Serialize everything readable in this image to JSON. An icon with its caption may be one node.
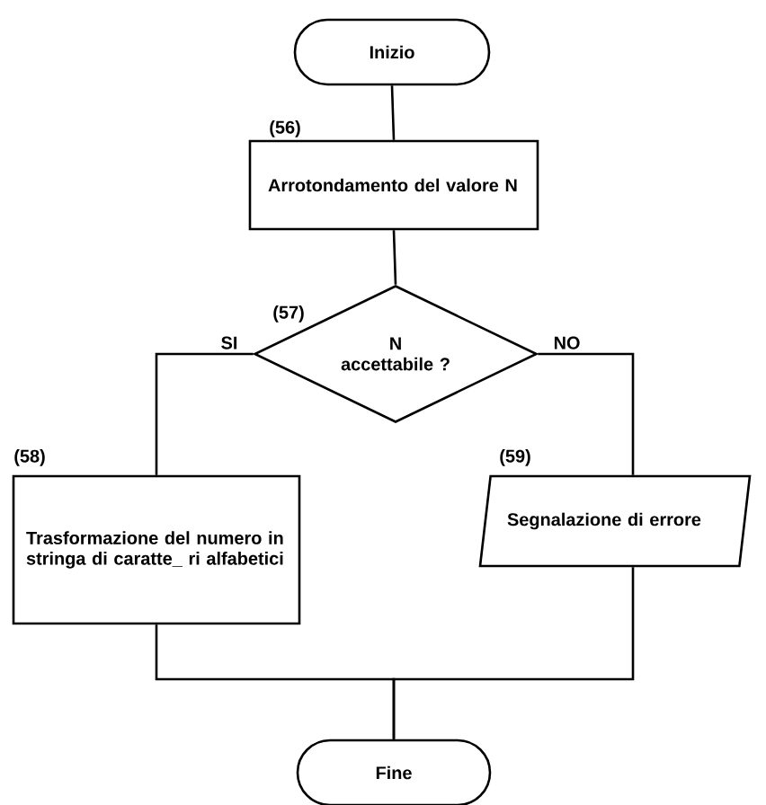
{
  "diagram": {
    "nodes": [
      {
        "text": [
          "Inizio"
        ]
      },
      {
        "text": [
          "Arrotondamento del valore N"
        ],
        "beside": [
          "(56)"
        ]
      },
      {
        "text": [
          "N accettabile ?"
        ],
        "beside": [
          "(57)"
        ]
      },
      {
        "text": [
          "Trasformazione del numero in stringa di caratte_ ri alfabetici"
        ],
        "beside": [
          "(58)"
        ]
      },
      {
        "text": [
          "Segnalazione di errore"
        ],
        "beside": [
          "(59)"
        ]
      },
      {
        "text": [
          "Fine"
        ]
      }
    ],
    "edges": [
      {
        "from": 0,
        "to": 1,
        "arrow": "none"
      },
      {
        "from": 1,
        "to": 2,
        "arrow": "none"
      },
      {
        "from": 2,
        "to": 3,
        "arrow": "none",
        "label": "SI"
      },
      {
        "from": 2,
        "to": 4,
        "arrow": "none",
        "label": "NO"
      },
      {
        "from": 3,
        "to": 5,
        "arrow": "none"
      },
      {
        "from": 4,
        "to": 5,
        "arrow": "none"
      }
    ]
  }
}
